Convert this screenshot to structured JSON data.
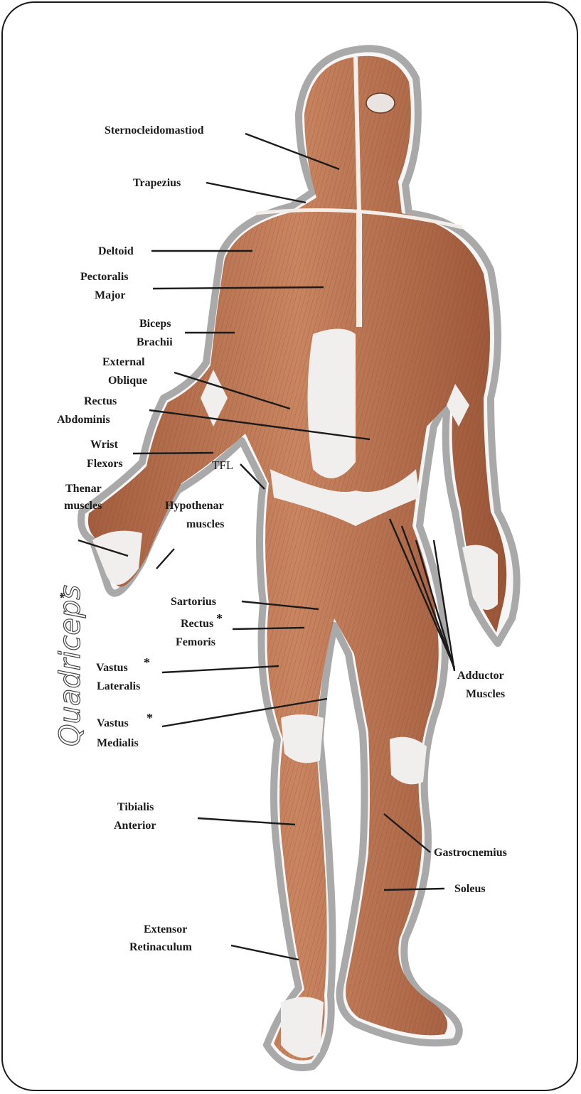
{
  "labels": {
    "sternocleidomastiod": "Sternocleidomastiod",
    "trapezius": "Trapezius",
    "deltoid": "Deltoid",
    "pectoralis_1": "Pectoralis",
    "pectoralis_2": "Major",
    "biceps_1": "Biceps",
    "biceps_2": "Brachii",
    "external_1": "External",
    "external_2": "Oblique",
    "rectus_abd_1": "Rectus",
    "rectus_abd_2": "Abdominis",
    "wrist_1": "Wrist",
    "wrist_2": "Flexors",
    "thenar_1": "Thenar",
    "thenar_2": "muscles",
    "tfl": "TFL",
    "hypothenar_1": "Hypothenar",
    "hypothenar_2": "muscles",
    "sartorius": "Sartorius",
    "rectus_fem_1": "Rectus",
    "rectus_fem_2": "Femoris",
    "vastus_lat_1": "Vastus",
    "vastus_lat_2": "Lateralis",
    "vastus_med_1": "Vastus",
    "vastus_med_2": "Medialis",
    "quadriceps": "Quadriceps",
    "adductor_1": "Adductor",
    "adductor_2": "Muscles",
    "tibialis_1": "Tibialis",
    "tibialis_2": "Anterior",
    "gastrocnemius": "Gastrocnemius",
    "soleus": "Soleus",
    "extensor_1": "Extensor",
    "extensor_2": "Retinaculum",
    "asterisk": "*"
  },
  "colors": {
    "muscle": "#b8724f",
    "muscle_dark": "#8e4f33",
    "tendon": "#f2f0ee",
    "outline": "#9a9a9a",
    "frame": "#1a1a1a"
  }
}
